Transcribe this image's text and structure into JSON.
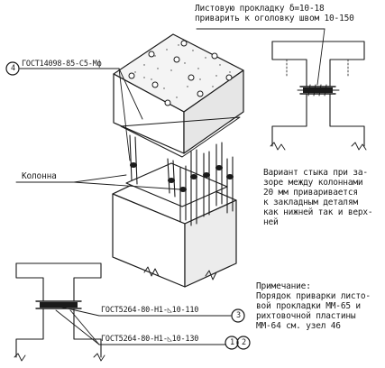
{
  "top_note": {
    "line1": "Листовую прокладку δ=10-18",
    "line2": "приварить к оголовку швом 10-150"
  },
  "callout_4": {
    "number": "4",
    "label": "ГОСТ14098-85-С5-Мф"
  },
  "column_label": "Колонна",
  "variant_note": {
    "lines": [
      "Вариант стыка при за-",
      "зоре между колоннами",
      "20 мм приваривается",
      "к закладным деталям",
      "как нижней так и верх-",
      "ней"
    ]
  },
  "remark": {
    "title": "Примечание:",
    "lines": [
      "Порядок приварки листо-",
      "вой прокладки ММ-65 и",
      "рихтовочной пластины",
      "ММ-64 см. узел 46"
    ]
  },
  "callout_3": {
    "number": "3",
    "label": "ГОСТ5264-80-Н1-◺10-110"
  },
  "callout_2": {
    "number": "2",
    "label": "ГОСТ5264-80-Н1-◺10-130"
  },
  "callout_1": {
    "number": "1"
  }
}
